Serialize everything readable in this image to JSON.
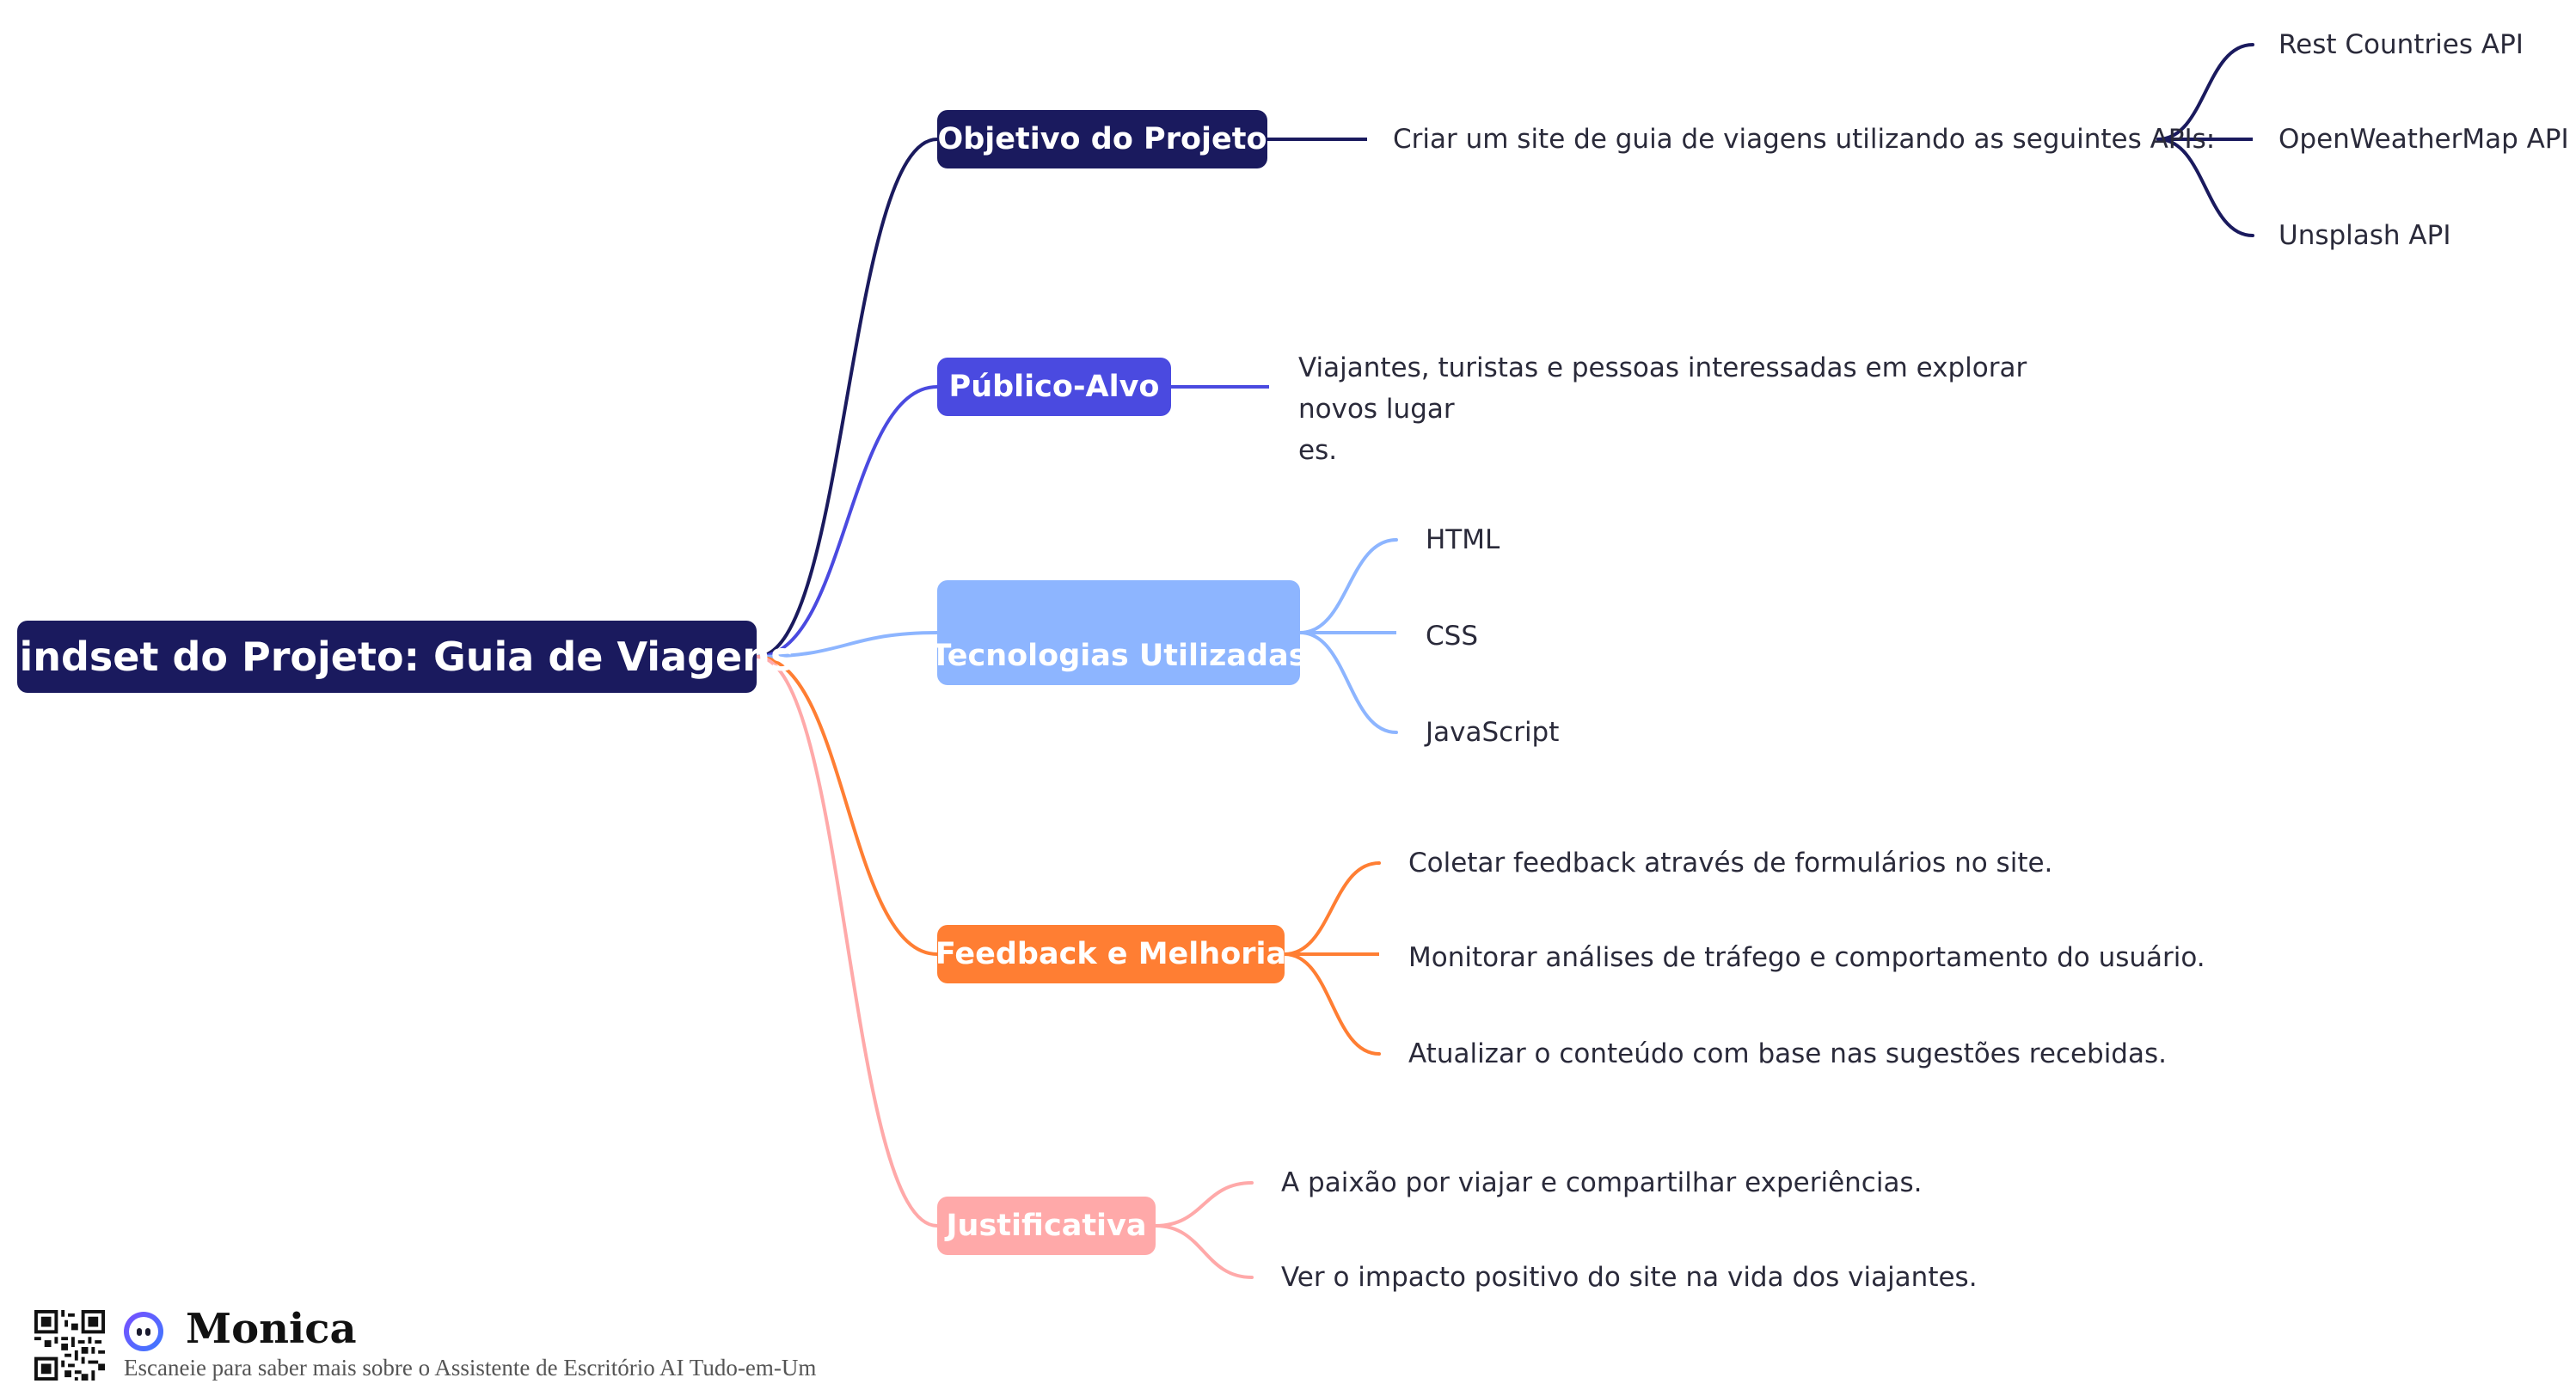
{
  "root": {
    "label": "Mindset do Projeto: Guia de Viagens"
  },
  "branches": [
    {
      "label": "Objetivo do Projeto",
      "color": "#1a1a5e",
      "detail": "Criar um site de guia de viagens utilizando as seguintes APIs:",
      "apis": [
        "Rest Countries API",
        "OpenWeatherMap API",
        "Unsplash API"
      ]
    },
    {
      "label": "Público-Alvo",
      "color": "#4a4ae0",
      "detail_lines": [
        "Viajantes, turistas e pessoas interessadas em explorar novos lugar",
        "es."
      ]
    },
    {
      "label": "Tecnologias Utilizadas",
      "color": "#8db5ff",
      "items": [
        "HTML",
        "CSS",
        "JavaScript"
      ]
    },
    {
      "label": "Feedback e Melhoria",
      "color": "#ff7e33",
      "items": [
        "Coletar feedback através de formulários no site.",
        "Monitorar análises de tráfego e comportamento do usuário.",
        "Atualizar o conteúdo com base nas sugestões recebidas."
      ]
    },
    {
      "label": "Justificativa",
      "color": "#ffa9a9",
      "items": [
        "A paixão por viajar e compartilhar experiências.",
        "Ver o impacto positivo do site na vida dos viajantes."
      ]
    }
  ],
  "branding": {
    "name": "Monica",
    "caption": "Escaneie para saber mais sobre o Assistente de Escritório AI Tudo-em-Um",
    "icons": [
      "qr-code-icon",
      "monica-logo-icon"
    ]
  }
}
